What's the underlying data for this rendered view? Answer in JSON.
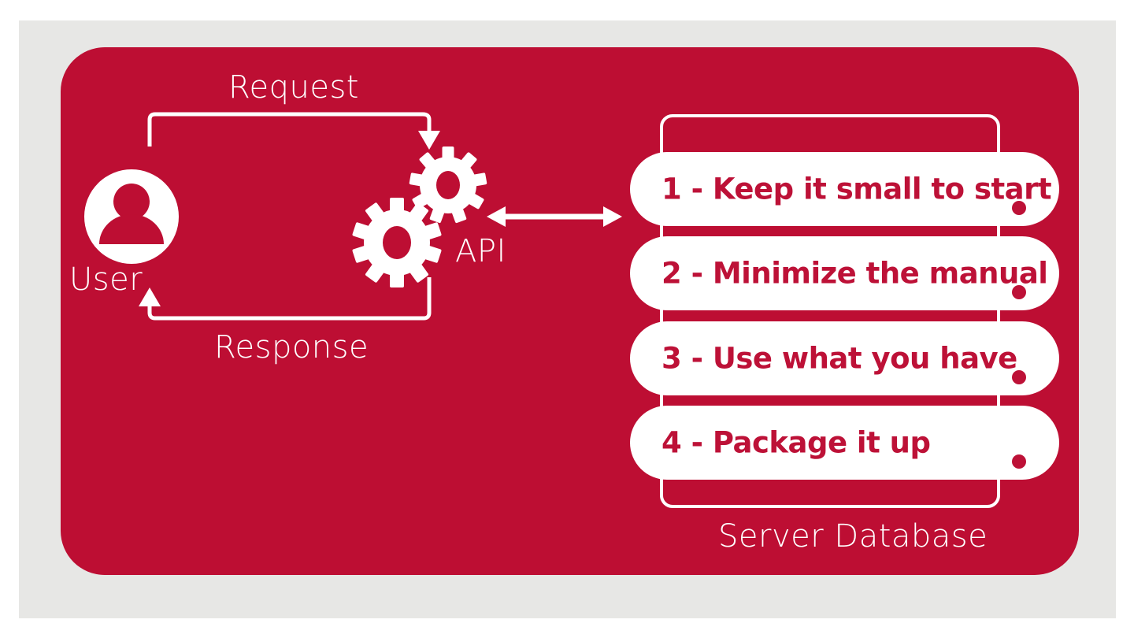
{
  "theme": {
    "brand_red": "#bd0e33",
    "pill_text_red": "#bd1137",
    "panel_bg": "#e7e7e5",
    "white": "#ffffff"
  },
  "diagram": {
    "title_flow": "API request/response to server database",
    "actor": {
      "icon": "user-avatar-icon",
      "label": "User"
    },
    "api": {
      "icon": "gears-icon",
      "label": "API"
    },
    "arrows": {
      "request_label": "Request",
      "response_label": "Response",
      "bidirectional_label": ""
    },
    "server": {
      "label": "Server Database",
      "items": [
        {
          "number": "1",
          "text": "1 - Keep it small to start"
        },
        {
          "number": "2",
          "text": "2 - Minimize the manual"
        },
        {
          "number": "3",
          "text": "3 - Use what you have"
        },
        {
          "number": "4",
          "text": "4 - Package it up"
        }
      ]
    }
  }
}
